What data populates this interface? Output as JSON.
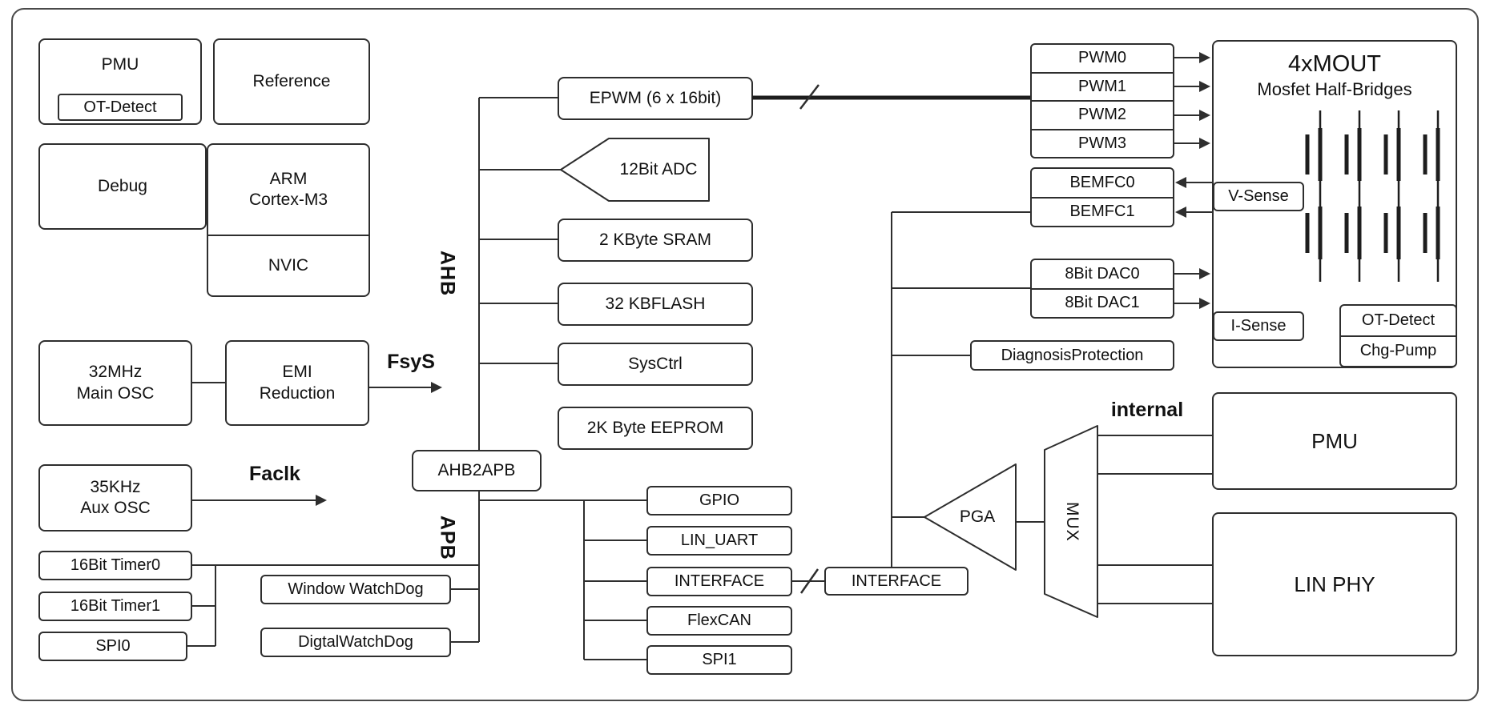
{
  "colors": {
    "stroke": "#2e2e2e",
    "background": "#ffffff",
    "text": "#111111"
  },
  "blocks": {
    "pmu_left": "PMU",
    "pmu_left_ot": "OT-Detect",
    "reference": "Reference",
    "debug": "Debug",
    "arm_line1": "ARM",
    "arm_line2": "Cortex-M3",
    "nvic": "NVIC",
    "main_osc_line1": "32MHz",
    "main_osc_line2": "Main OSC",
    "emi_line1": "EMI",
    "emi_line2": "Reduction",
    "aux_osc_line1": "35KHz",
    "aux_osc_line2": "Aux OSC",
    "timer0": "16Bit Timer0",
    "timer1": "16Bit Timer1",
    "spi0": "SPI0",
    "epwm": "EPWM (6 x 16bit)",
    "adc": "12Bit ADC",
    "sram": "2 KByte SRAM",
    "flash": "32 KBFLASH",
    "sysctrl": "SysCtrl",
    "eeprom": "2K Byte EEPROM",
    "ahb2apb": "AHB2APB",
    "window_watchdog": "Window WatchDog",
    "digital_watchdog": "DigtalWatchDog",
    "gpio": "GPIO",
    "lin_uart": "LIN_UART",
    "interface_left": "INTERFACE",
    "flexcan": "FlexCAN",
    "spi1": "SPI1",
    "interface_right": "INTERFACE",
    "pwm": [
      "PWM0",
      "PWM1",
      "PWM2",
      "PWM3"
    ],
    "bemfc": [
      "BEMFC0",
      "BEMFC1"
    ],
    "dac": [
      "8Bit DAC0",
      "8Bit DAC1"
    ],
    "diagnosis": "DiagnosisProtection",
    "vsense": "V-Sense",
    "isense": "I-Sense",
    "mout_title": "4xMOUT",
    "mout_subtitle": "Mosfet Half-Bridges",
    "ot_detect_right": "OT-Detect",
    "chg_pump": "Chg-Pump",
    "pmu_right": "PMU",
    "lin_phy": "LIN PHY",
    "pga": "PGA",
    "mux": "MUX"
  },
  "bus_labels": {
    "ahb": "AHB",
    "apb": "APB",
    "fsys": "FsyS",
    "faclk": "Faclk",
    "internal": "internal"
  }
}
